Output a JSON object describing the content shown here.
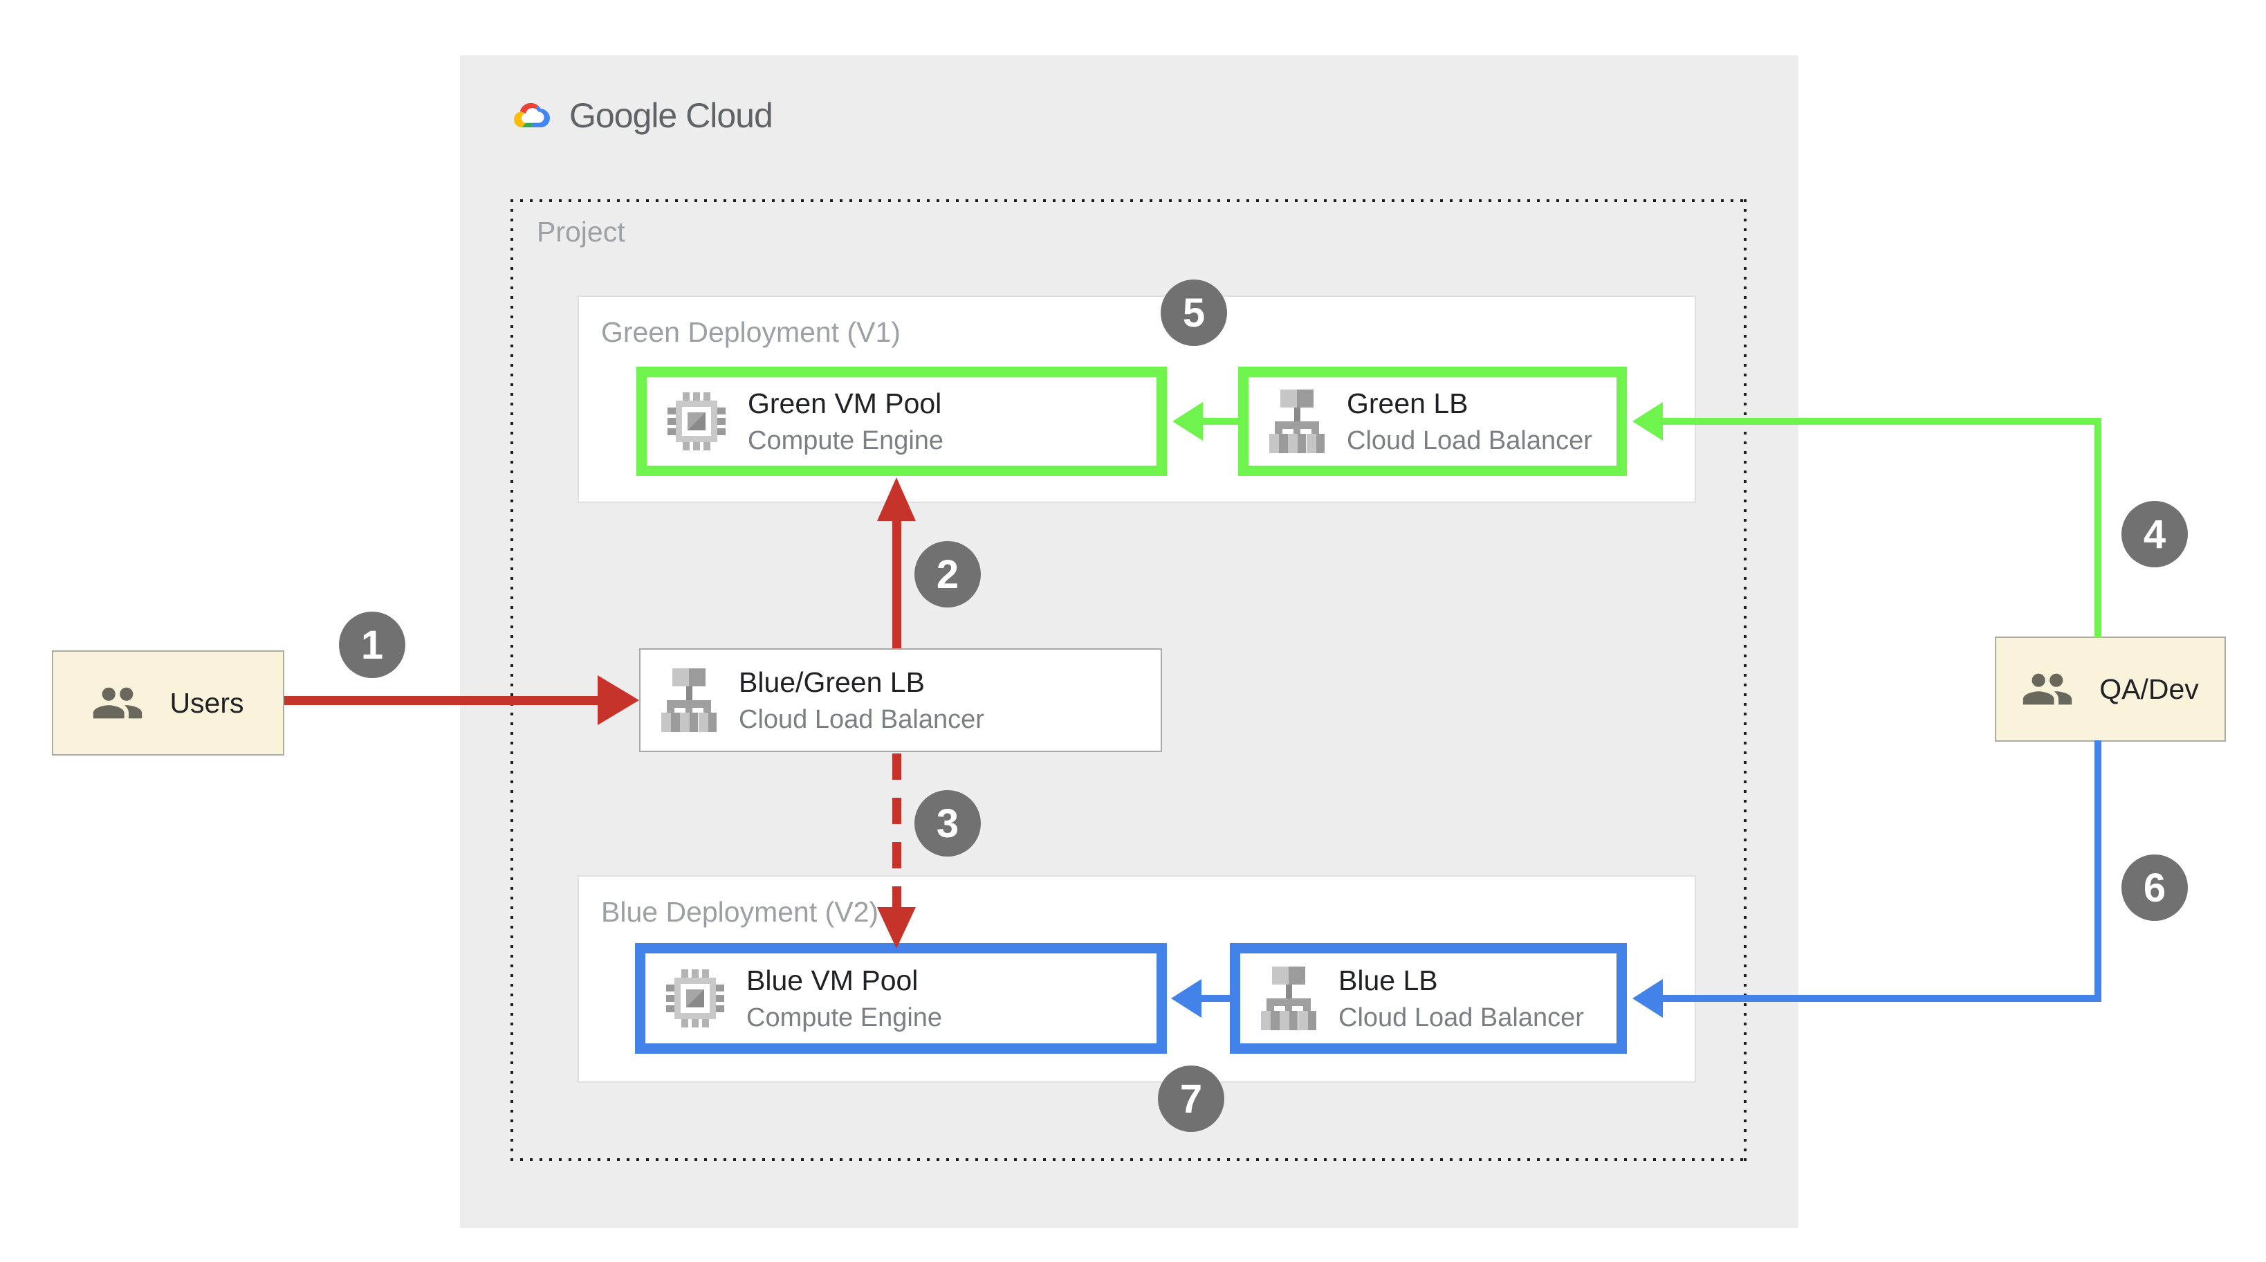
{
  "header": {
    "logo_text": "Google Cloud"
  },
  "project": {
    "label": "Project"
  },
  "deployments": {
    "green": {
      "title": "Green Deployment (V1)"
    },
    "blue": {
      "title": "Blue Deployment (V2)"
    }
  },
  "nodes": {
    "green_vm": {
      "title": "Green VM Pool",
      "subtitle": "Compute Engine",
      "icon": "compute-engine-icon"
    },
    "green_lb": {
      "title": "Green LB",
      "subtitle": "Cloud Load Balancer",
      "icon": "load-balancer-icon"
    },
    "bluegreen_lb": {
      "title": "Blue/Green LB",
      "subtitle": "Cloud Load Balancer",
      "icon": "load-balancer-icon"
    },
    "blue_vm": {
      "title": "Blue VM Pool",
      "subtitle": "Compute Engine",
      "icon": "compute-engine-icon"
    },
    "blue_lb": {
      "title": "Blue LB",
      "subtitle": "Cloud Load Balancer",
      "icon": "load-balancer-icon"
    }
  },
  "actors": {
    "users": {
      "label": "Users",
      "icon": "people-icon"
    },
    "qa_dev": {
      "label": "QA/Dev",
      "icon": "people-icon"
    }
  },
  "badges": {
    "b1": "1",
    "b2": "2",
    "b3": "3",
    "b4": "4",
    "b5": "5",
    "b6": "6",
    "b7": "7"
  },
  "colors": {
    "green": "#6FF44E",
    "blue": "#4382E8",
    "red": "#C5332B",
    "badge_gray": "#717171",
    "panel_gray": "#EDEDED",
    "actor_bg": "#FAF3DC",
    "title_gray": "#9CA0A4",
    "text_dark": "#202124",
    "text_sub": "#7B7E83"
  }
}
